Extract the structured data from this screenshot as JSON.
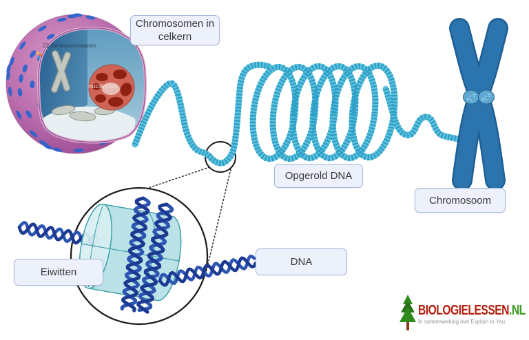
{
  "labels": {
    "chromosomen_in_celkern": "Chromosomen in celkern",
    "opgerold_dna": "Opgerold DNA",
    "chromosoom": "Chromosoom",
    "eiwitten": "Eiwitten",
    "dna": "DNA"
  },
  "nucleus": {
    "pairs_label": "23 chromosoomparen",
    "nucleolus_label": "nucleolus"
  },
  "logo": {
    "brand_main": "BIOLOGIELESSEN",
    "brand_tld": ".NL",
    "tagline": "In samenwerking met Explain to You",
    "colors": {
      "red": "#b31f10",
      "green": "#3a9a1e"
    }
  },
  "icons": {
    "logo_tree": "pine-tree-icon",
    "magnifier": "magnifier-circle"
  },
  "colors": {
    "coil_light": "#5fc1dd",
    "coil_dark": "#2b9fc6",
    "helix_dark": "#1c3a92",
    "helix_mid": "#2d55b2",
    "chromosome_body": "#2b74ad",
    "chromosome_edge": "#1e5f95",
    "centromere": "#5ea8d2",
    "label_bg": "#edf1fb",
    "label_border": "#a3b6dd",
    "pore_blue": "#2b64cc",
    "brand_red": "#b31f10",
    "brand_green": "#3a9a1e"
  }
}
